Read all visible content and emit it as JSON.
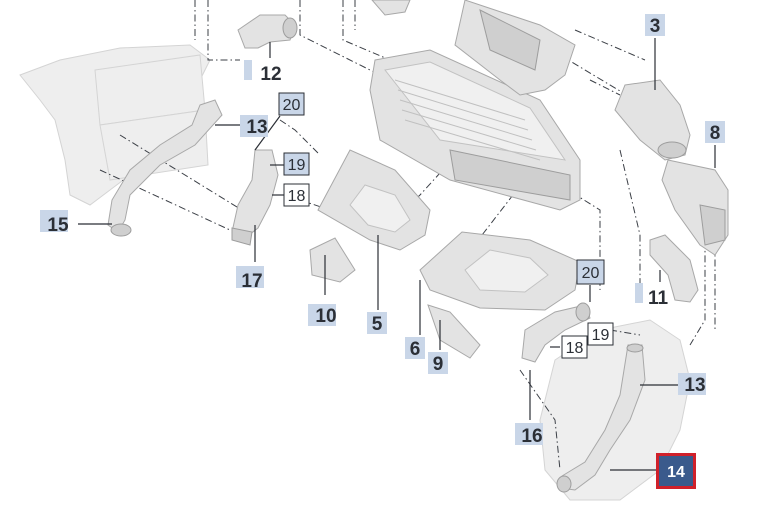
{
  "diagram": {
    "callouts": [
      {
        "id": "c3",
        "text": "3"
      },
      {
        "id": "c5",
        "text": "5"
      },
      {
        "id": "c6",
        "text": "6"
      },
      {
        "id": "c8",
        "text": "8"
      },
      {
        "id": "c9",
        "text": "9"
      },
      {
        "id": "c10",
        "text": "10"
      },
      {
        "id": "c11",
        "text": "11"
      },
      {
        "id": "c12",
        "text": "12"
      },
      {
        "id": "c13a",
        "text": "13"
      },
      {
        "id": "c13b",
        "text": "13"
      },
      {
        "id": "c15",
        "text": "15"
      },
      {
        "id": "c16",
        "text": "16"
      },
      {
        "id": "c17",
        "text": "17"
      }
    ],
    "boxed_callouts": [
      {
        "id": "b20a",
        "text": "20"
      },
      {
        "id": "b19a",
        "text": "19"
      },
      {
        "id": "b18a",
        "text": "18"
      },
      {
        "id": "b20b",
        "text": "20"
      },
      {
        "id": "b19b",
        "text": "19"
      },
      {
        "id": "b18b",
        "text": "18"
      }
    ],
    "selected_callout": {
      "text": "14",
      "border_color": "#d0202a",
      "fill_color": "#3a5a8c"
    }
  }
}
